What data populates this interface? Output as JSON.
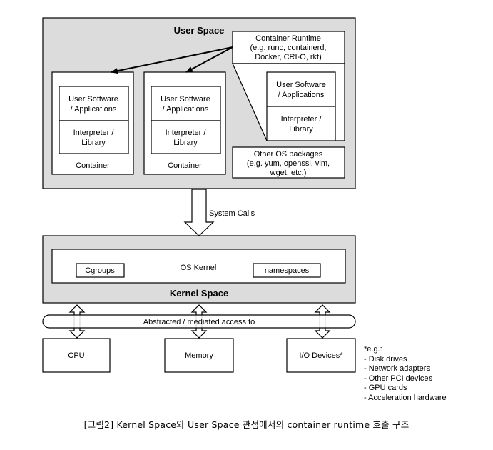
{
  "user_space": {
    "title": "User Space",
    "containers": [
      {
        "software": [
          "User Software",
          "/ Applications"
        ],
        "interpreter": [
          "Interpreter /",
          "Library"
        ],
        "label": "Container"
      },
      {
        "software": [
          "User Software",
          "/ Applications"
        ],
        "interpreter": [
          "Interpreter /",
          "Library"
        ],
        "label": "Container"
      }
    ],
    "runtime": {
      "lines": [
        "Container Runtime",
        "(e.g. runc, containerd,",
        "Docker, CRI-O, rkt)"
      ]
    },
    "runtime_detail": {
      "software": [
        "User Software",
        "/ Applications"
      ],
      "interpreter": [
        "Interpreter /",
        "Library"
      ]
    },
    "os_packages": {
      "lines": [
        "Other OS packages",
        "(e.g. yum, openssl, vim,",
        "wget, etc.)"
      ]
    }
  },
  "system_calls": "System Calls",
  "kernel_space": {
    "title": "Kernel Space",
    "os_kernel": "OS Kernel",
    "cgroups": "Cgroups",
    "namespaces": "namespaces"
  },
  "access_bar": "Abstracted / mediated access to",
  "hardware": {
    "cpu": "CPU",
    "memory": "Memory",
    "io": "I/O Devices*"
  },
  "examples": {
    "heading": "*e.g.:",
    "items": [
      "- Disk drives",
      "- Network adapters",
      "- Other PCI devices",
      "- GPU cards",
      "- Acceleration hardware"
    ]
  },
  "caption": "[그림2] Kernel Space와  User Space  관점에서의  container runtime  호출  구조",
  "colors": {
    "panel": "#dcdcdc",
    "box": "#ffffff",
    "stroke": "#000000"
  }
}
